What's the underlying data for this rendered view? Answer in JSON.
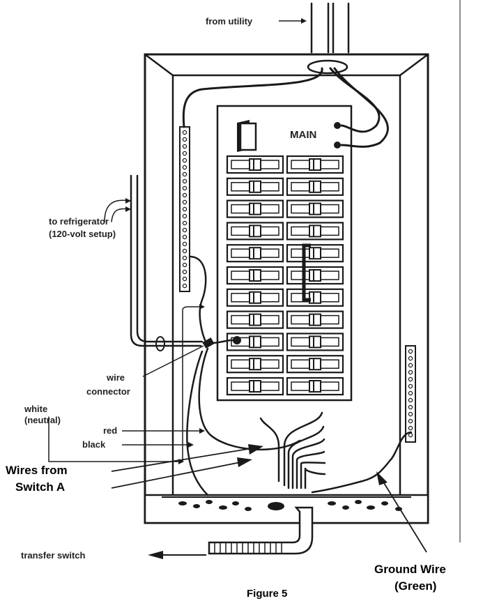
{
  "diagram": {
    "labels": {
      "from_utility": "from utility",
      "main": "MAIN",
      "to_refrigerator_line1": "to refrigerator",
      "to_refrigerator_line2": "(120-volt setup)",
      "wire_connector_line1": "wire",
      "wire_connector_line2": "connector",
      "white_line1": "white",
      "white_line2": "(neutral)",
      "red": "red",
      "black": "black",
      "wires_from_line1": "Wires from",
      "wires_from_line2": "Switch A",
      "transfer_switch": "transfer switch",
      "ground_wire_line1": "Ground Wire",
      "ground_wire_line2": "(Green)",
      "caption": "Figure 5"
    },
    "breaker_rows": 11,
    "colors": {
      "ink": "#1a1a1a",
      "background": "#ffffff"
    }
  }
}
